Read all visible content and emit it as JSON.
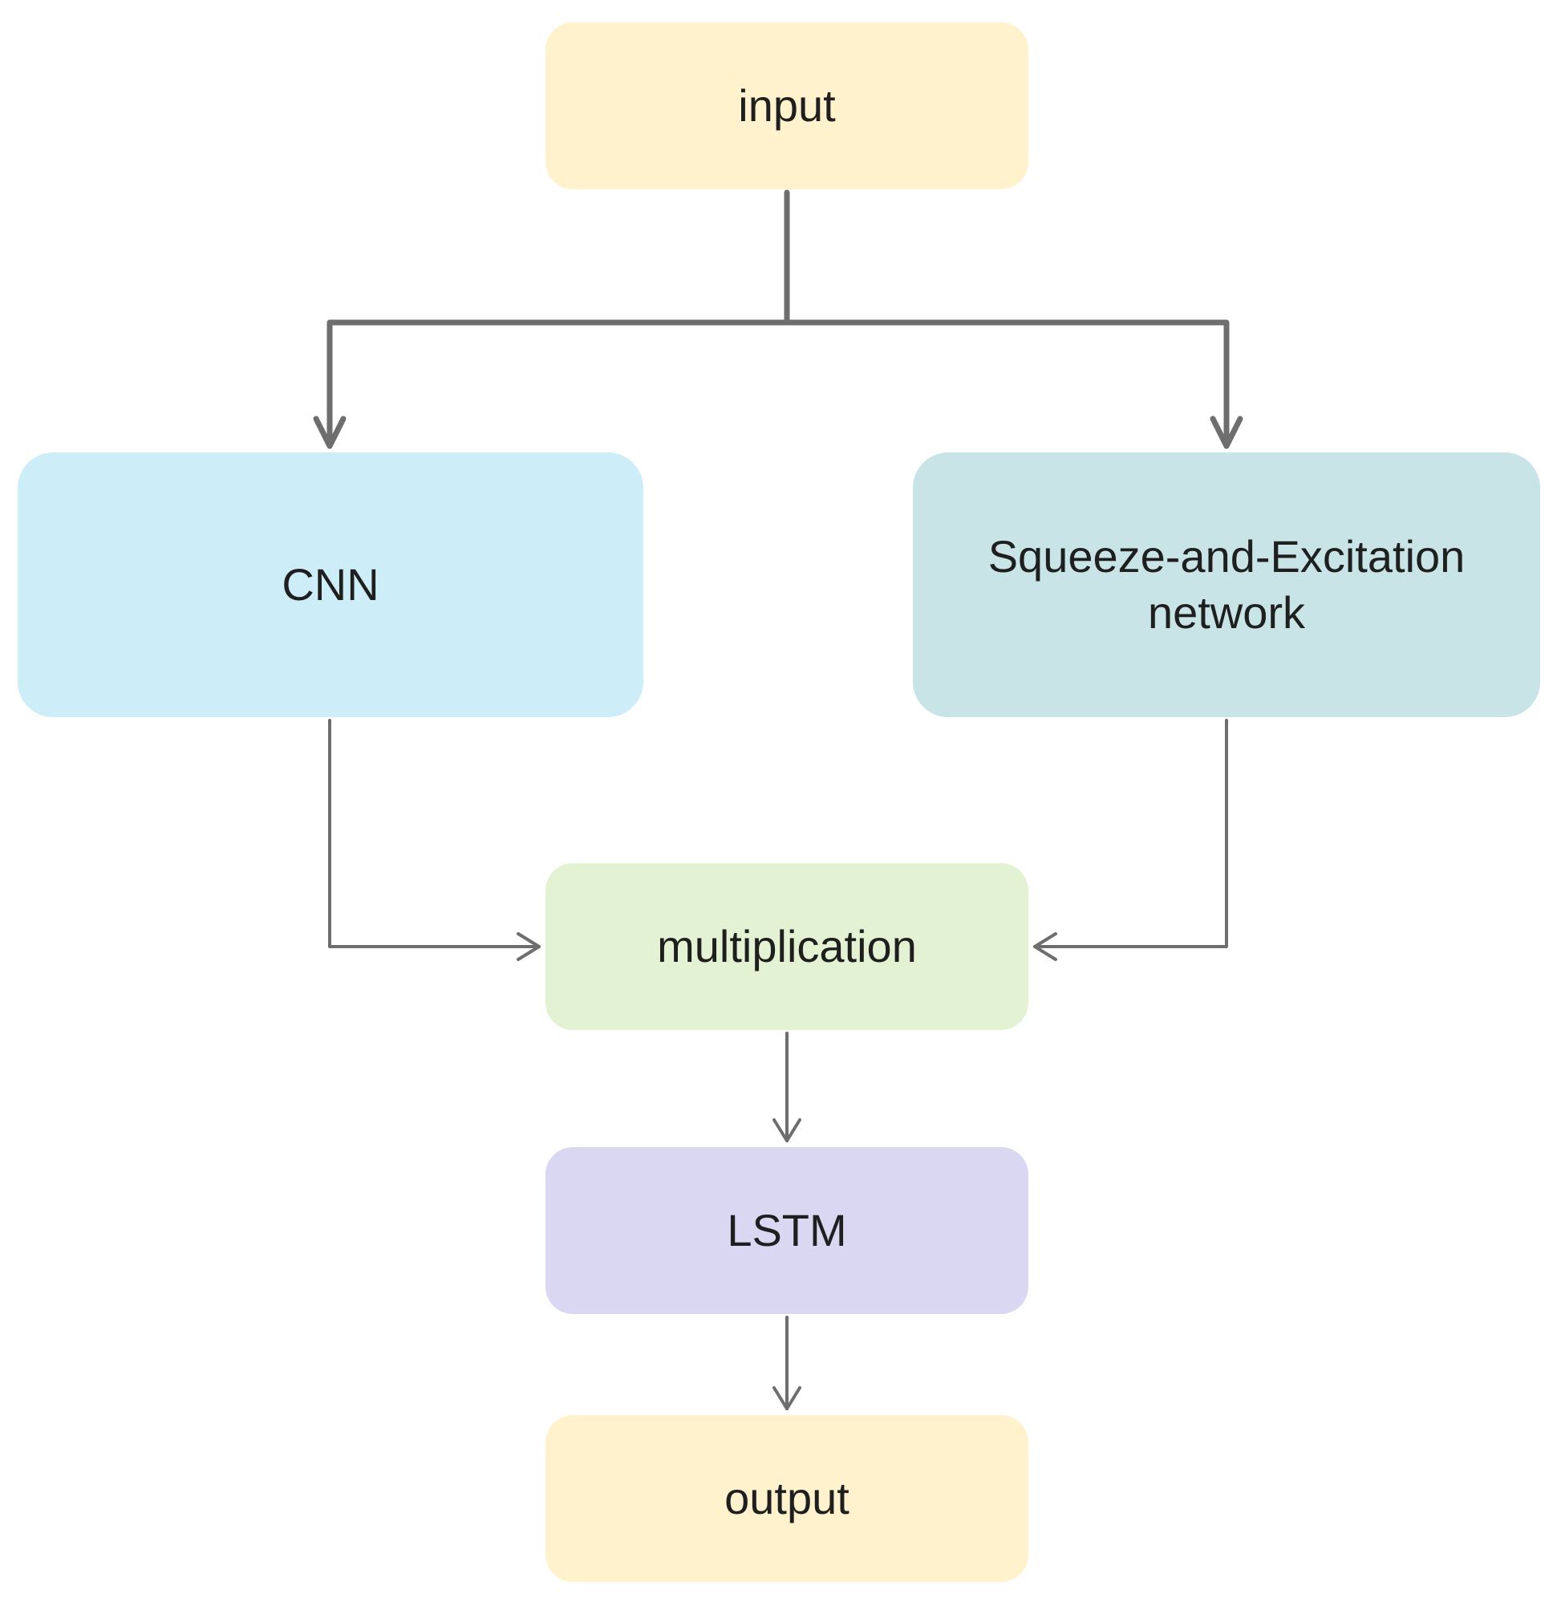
{
  "nodes": {
    "input": {
      "label": "input",
      "color": "#fff2cc"
    },
    "cnn": {
      "label": "CNN",
      "color": "#cdeef8"
    },
    "se": {
      "label": "Squeeze-and-Excitation network",
      "color": "#c8e4e6"
    },
    "multiplication": {
      "label": "multiplication",
      "color": "#e2f2d2"
    },
    "lstm": {
      "label": "LSTM",
      "color": "#d9d7f2"
    },
    "output": {
      "label": "output",
      "color": "#fff2cc"
    }
  },
  "edges": [
    {
      "from": "input",
      "to": "cnn"
    },
    {
      "from": "input",
      "to": "se"
    },
    {
      "from": "cnn",
      "to": "multiplication"
    },
    {
      "from": "se",
      "to": "multiplication"
    },
    {
      "from": "multiplication",
      "to": "lstm"
    },
    {
      "from": "lstm",
      "to": "output"
    }
  ],
  "connector_color": "#6e6e6e"
}
